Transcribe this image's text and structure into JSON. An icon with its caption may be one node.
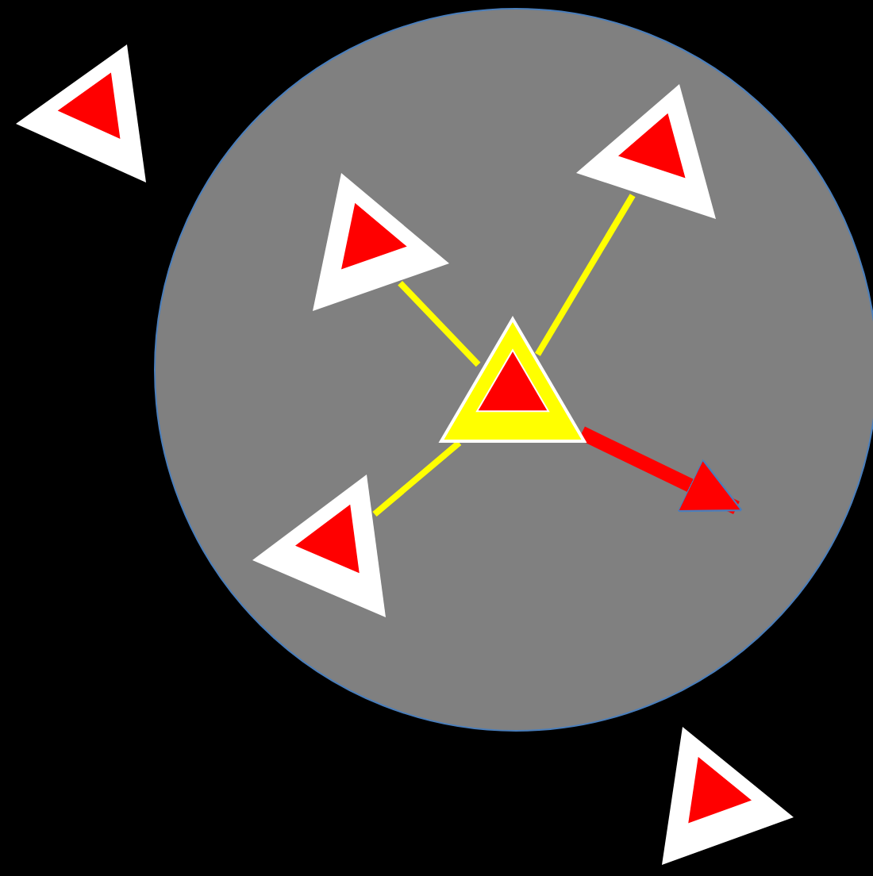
{
  "diagram": {
    "nodes": [
      {
        "text": [],
        "shape": "circle"
      },
      {
        "text": [],
        "shape": "triangle"
      },
      {
        "text": [],
        "shape": "triangle",
        "in": 0
      },
      {
        "text": [],
        "shape": "triangle",
        "in": 0
      },
      {
        "text": [],
        "shape": "triangle",
        "in": 0
      },
      {
        "text": [],
        "shape": "triangle",
        "in": 0
      },
      {
        "text": [],
        "shape": "triangle"
      }
    ],
    "edges": [
      {
        "from": 4,
        "to": 2,
        "arrow": "none"
      },
      {
        "from": 4,
        "to": 3,
        "arrow": "none"
      },
      {
        "from": 4,
        "to": 5,
        "arrow": "none"
      },
      {
        "from": 4,
        "to": null,
        "arrow": "to",
        "style": "thick",
        "color": "#ff0000"
      }
    ]
  }
}
